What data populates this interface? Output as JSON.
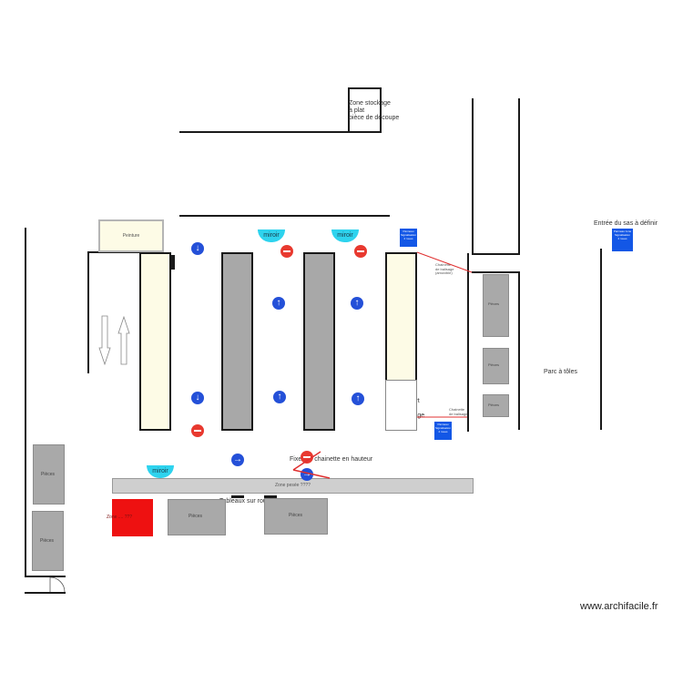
{
  "zones": {
    "stockage_l1": "Zone stockage",
    "stockage_l2": "à plat",
    "stockage_l3": "pièce de découpe",
    "peinture": "Peinture",
    "entree_sas": "Entrée du sas  à définir",
    "parc_toles": "Parc à tôles",
    "depart_l1": "Zone départ",
    "depart_l2": "pièce finies",
    "depart_l3": "pour montage",
    "fixe_chainette": "Fixe par chainette en hauteur",
    "zone_pesee": "Zone pesée ????",
    "tableaux": "Tableaux sur roulettes",
    "zone_rouge": "Zone .... ???",
    "chainette_l1": "Chainette",
    "chainette_l2": "de balisage",
    "chainette_l3": "(amovible)",
    "chainette2_l1": "Chainette",
    "chainette2_l2": "de balisage"
  },
  "pieces": [
    "Pièces",
    "Pièces",
    "Pièces",
    "Pièces",
    "Pièces",
    "Pièces",
    "Pièces"
  ],
  "mirrors": [
    "miroir",
    "miroir",
    "miroir"
  ],
  "panneaux": {
    "top_l1": "Panneau",
    "top_l2": "Signalisation",
    "top_l3": "2 roues",
    "low_l1": "Panneau",
    "low_l2": "Signalisation",
    "low_l3": "2 roues",
    "right_l1": "Panneau zone",
    "right_l2": "Signalisation",
    "right_l3": "2 roues"
  },
  "watermark": "www.archifacile.fr",
  "colors": {
    "wall": "#1a1a1a",
    "no_entry": "#e8392f",
    "direction": "#2450d8",
    "mirror": "#2ed3ee",
    "panel": "#1357e6",
    "rail_grey": "#a8a8a8",
    "rail_cream": "#fdfbe6",
    "red_zone": "#ee1111",
    "chain": "#e03030"
  },
  "icons": {
    "no_entry": "no-entry-icon",
    "arrow_up": "arrow-up-icon",
    "arrow_down": "arrow-down-icon",
    "arrow_right": "arrow-right-icon",
    "door": "door-swing-icon"
  }
}
